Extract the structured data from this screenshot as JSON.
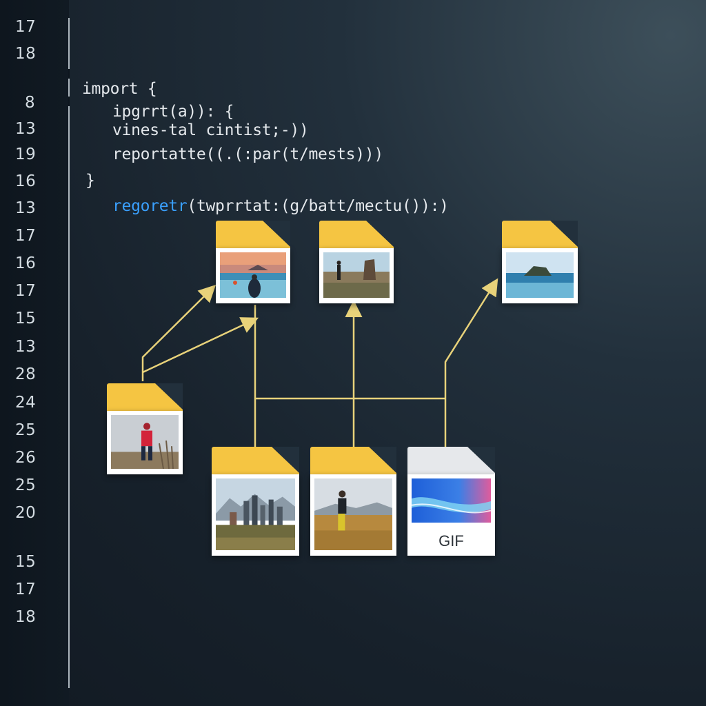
{
  "gutter": {
    "line_numbers": [
      "17",
      "18",
      "8",
      "13",
      "19",
      "16",
      "13",
      "17",
      "16",
      "17",
      "15",
      "13",
      "28",
      "24",
      "25",
      "26",
      "25",
      "20",
      "15",
      "17",
      "18"
    ]
  },
  "code": {
    "lines": [
      "import {",
      "ipgrrt(a)): {",
      "vines-tal cintist;-))",
      "reportatte((.(:par(t/mests)))",
      "}",
      "regoretr(twprrtat:(g/batt/mectu()):)"
    ],
    "highlight_keyword": "regoretr"
  },
  "files": [
    {
      "name": "sunset-sea-person",
      "type": "image"
    },
    {
      "name": "rock-landscape",
      "type": "image"
    },
    {
      "name": "island-sea",
      "type": "image"
    },
    {
      "name": "hiker-red-jacket",
      "type": "image"
    },
    {
      "name": "city-skyline",
      "type": "image"
    },
    {
      "name": "field-person",
      "type": "image"
    },
    {
      "name": "gif-file",
      "type": "gif",
      "label": "GIF"
    }
  ],
  "colors": {
    "folder": "#f5c542",
    "connector": "#e8d27a",
    "keyword": "#3aa0ff",
    "background": "#17212b"
  }
}
